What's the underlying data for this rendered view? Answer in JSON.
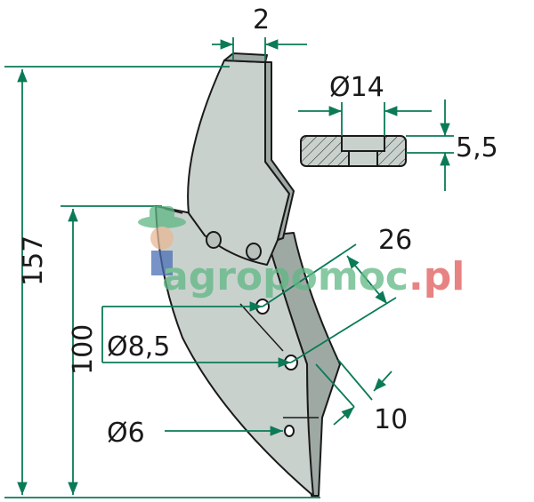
{
  "dimensions": {
    "thickness": "2",
    "total_height": "157",
    "lower_height": "100",
    "hole_countersink_diameter": "Ø14",
    "hole_depth": "5,5",
    "hole_spacing": "26",
    "hole_diameter_main": "Ø8,5",
    "edge_offset": "10",
    "hole_diameter_small": "Ø6"
  },
  "watermark": {
    "brand": "agropomoc",
    "tld": ".pl"
  },
  "colors": {
    "dimension_line": "#0b7a57",
    "part_fill": "#c9d1cd",
    "part_edge": "#9fa9a4",
    "outline": "#1a1a1a"
  }
}
